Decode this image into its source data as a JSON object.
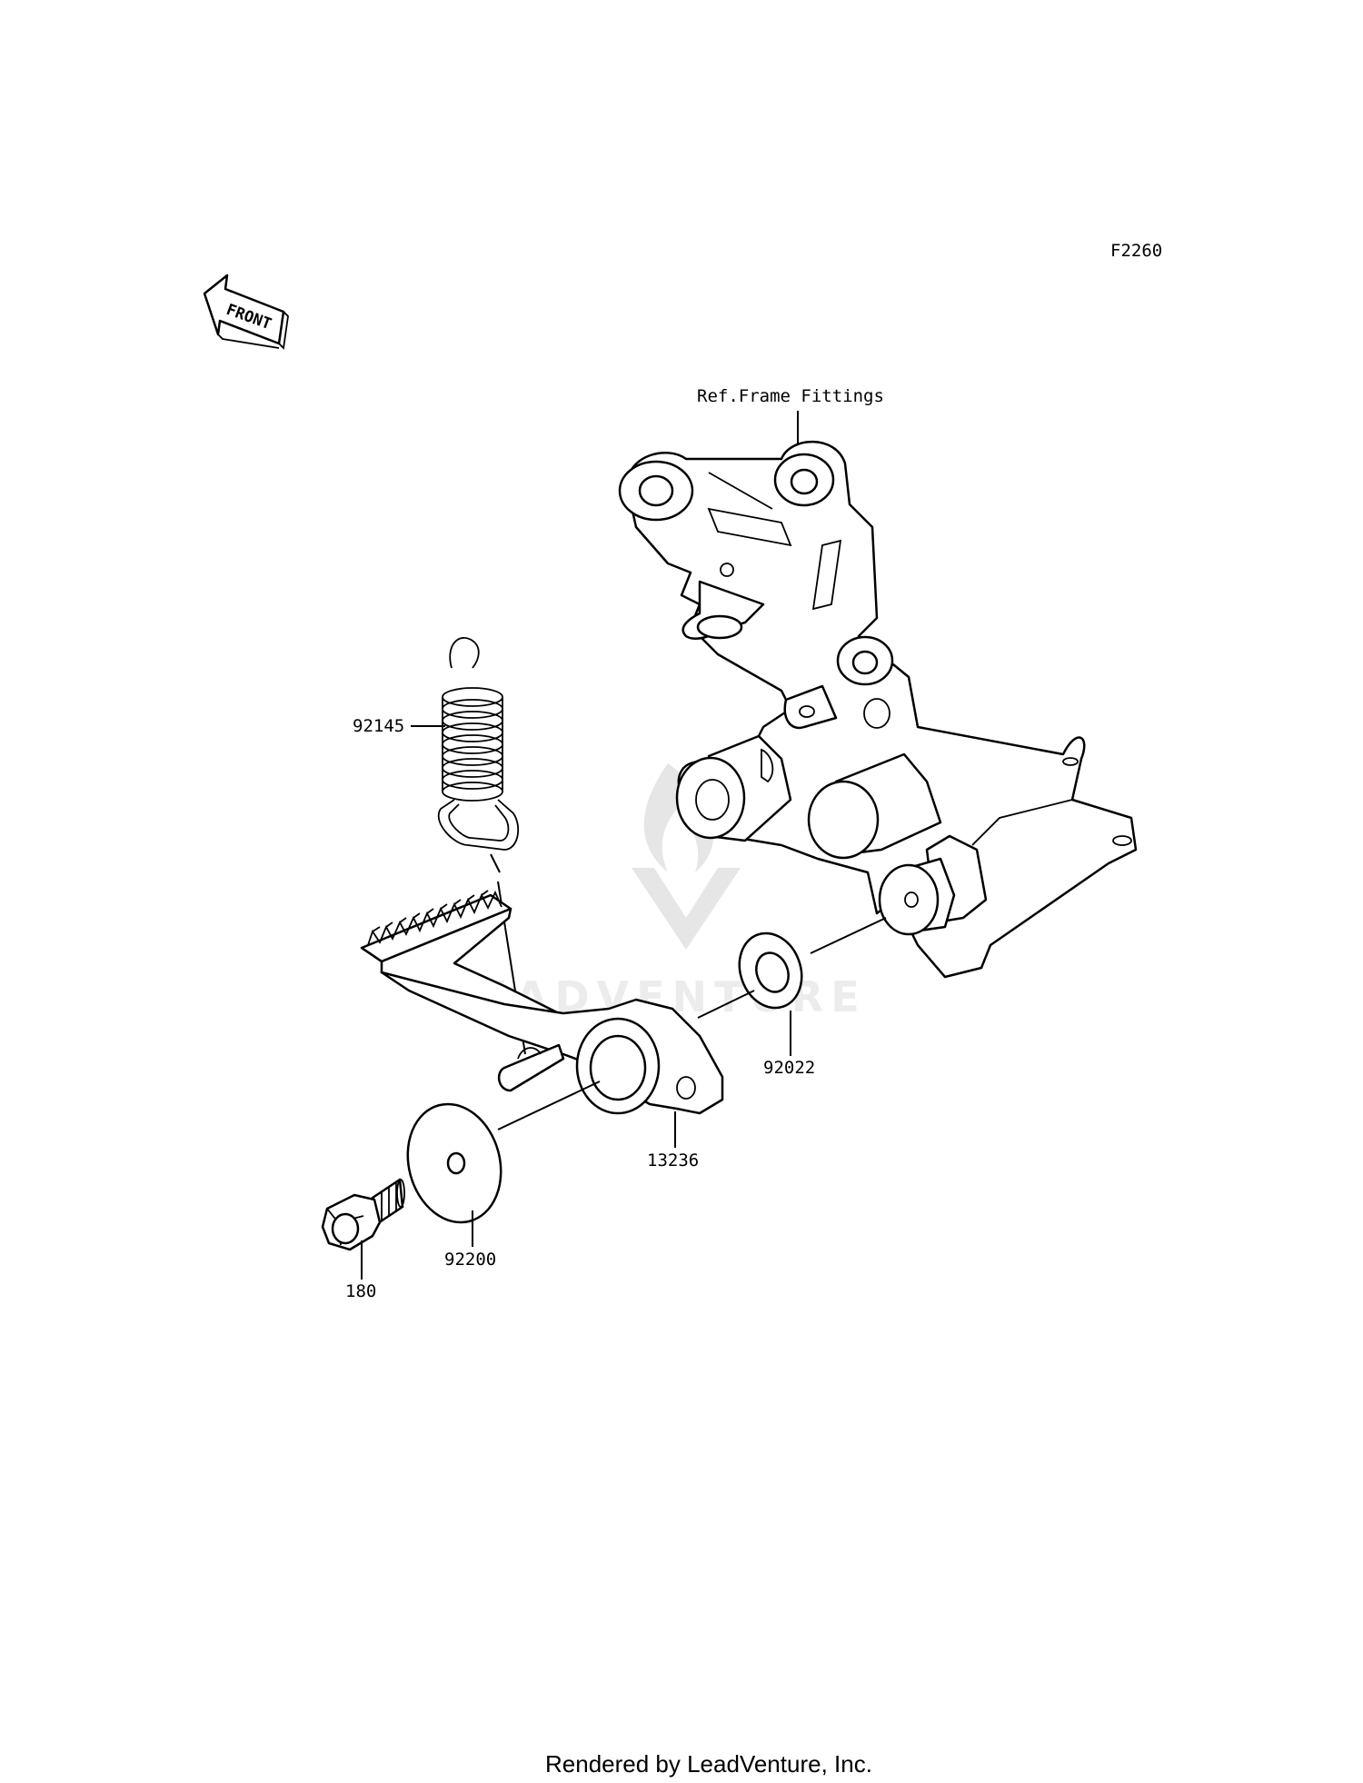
{
  "diagram_code": "F2260",
  "front_indicator": "FRONT",
  "reference_label": "Ref.Frame Fittings",
  "watermark": "LEADVENTURE",
  "parts": [
    {
      "part_number": "92145"
    },
    {
      "part_number": "92022"
    },
    {
      "part_number": "13236"
    },
    {
      "part_number": "92200"
    },
    {
      "part_number": "180"
    }
  ],
  "footer": "Rendered by LeadVenture, Inc."
}
